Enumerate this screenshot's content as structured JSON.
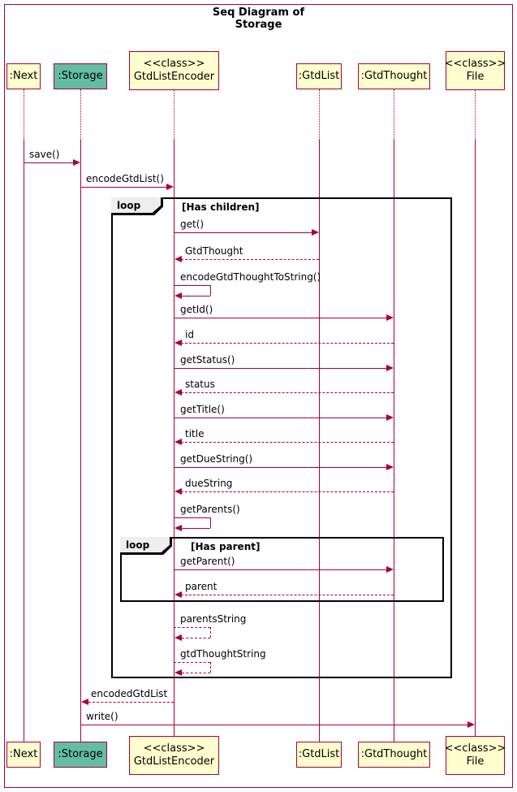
{
  "title": {
    "line1": "Seq Diagram of",
    "line2": "Storage"
  },
  "participants": [
    {
      "lines": [
        ":Next"
      ]
    },
    {
      "lines": [
        ":Storage"
      ]
    },
    {
      "lines": [
        "<<class>>",
        "GtdListEncoder"
      ]
    },
    {
      "lines": [
        ":GtdList"
      ]
    },
    {
      "lines": [
        ":GtdThought"
      ]
    },
    {
      "lines": [
        "<<class>>",
        "File"
      ]
    }
  ],
  "fragments": {
    "outer": {
      "operator": "loop",
      "condition": "[Has children]"
    },
    "inner": {
      "operator": "loop",
      "condition": "[Has parent]"
    }
  },
  "messages": {
    "save": "save()",
    "encode_gtd_list": "encodeGtdList()",
    "get": "get()",
    "gtd_thought": "GtdThought",
    "encode_gtd_thought_to_string": "encodeGtdThoughtToString()",
    "get_id": "getId()",
    "id": "id",
    "get_status": "getStatus()",
    "status": "status",
    "get_title": "getTitle()",
    "title": "title",
    "get_due_string": "getDueString()",
    "due_string": "dueString",
    "get_parents": "getParents()",
    "get_parent": "getParent()",
    "parent": "parent",
    "parents_string": "parentsString",
    "gtd_thought_string": "gtdThoughtString",
    "encoded_gtd_list": "encodedGtdList",
    "write": "write()"
  },
  "colors": {
    "message": "#A80036",
    "participant_fill": "#FEFECE",
    "participant_border": "#A80036",
    "storage_fill": "#63BDA2",
    "fragment_border": "#000000",
    "fragment_tab_fill": "#EEEEEE",
    "frame_border": "#A80036"
  }
}
